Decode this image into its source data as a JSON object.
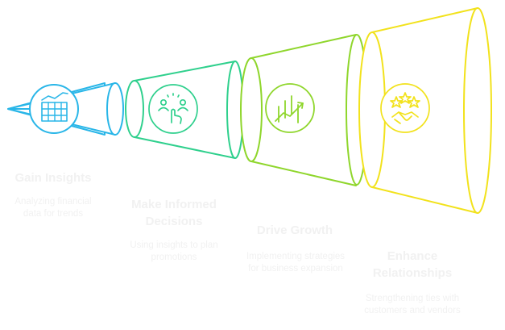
{
  "colors": {
    "stage1": "#29b6e8",
    "stage2": "#2fd08d",
    "stage3": "#8fd62c",
    "stage4": "#f2e21c",
    "text": "#f1f1f1"
  },
  "stages": [
    {
      "title": "Gain Insights",
      "description": "Analyzing financial data for trends",
      "icon": "financial-chart-icon"
    },
    {
      "title": "Make Informed Decisions",
      "description": "Using insights to plan promotions",
      "icon": "team-decision-icon"
    },
    {
      "title": "Drive Growth",
      "description": "Implementing strategies for business expansion",
      "icon": "growth-trend-icon"
    },
    {
      "title": "Enhance Relationships",
      "description": "Strengthening ties with customers and vendors",
      "icon": "handshake-stars-icon"
    }
  ]
}
